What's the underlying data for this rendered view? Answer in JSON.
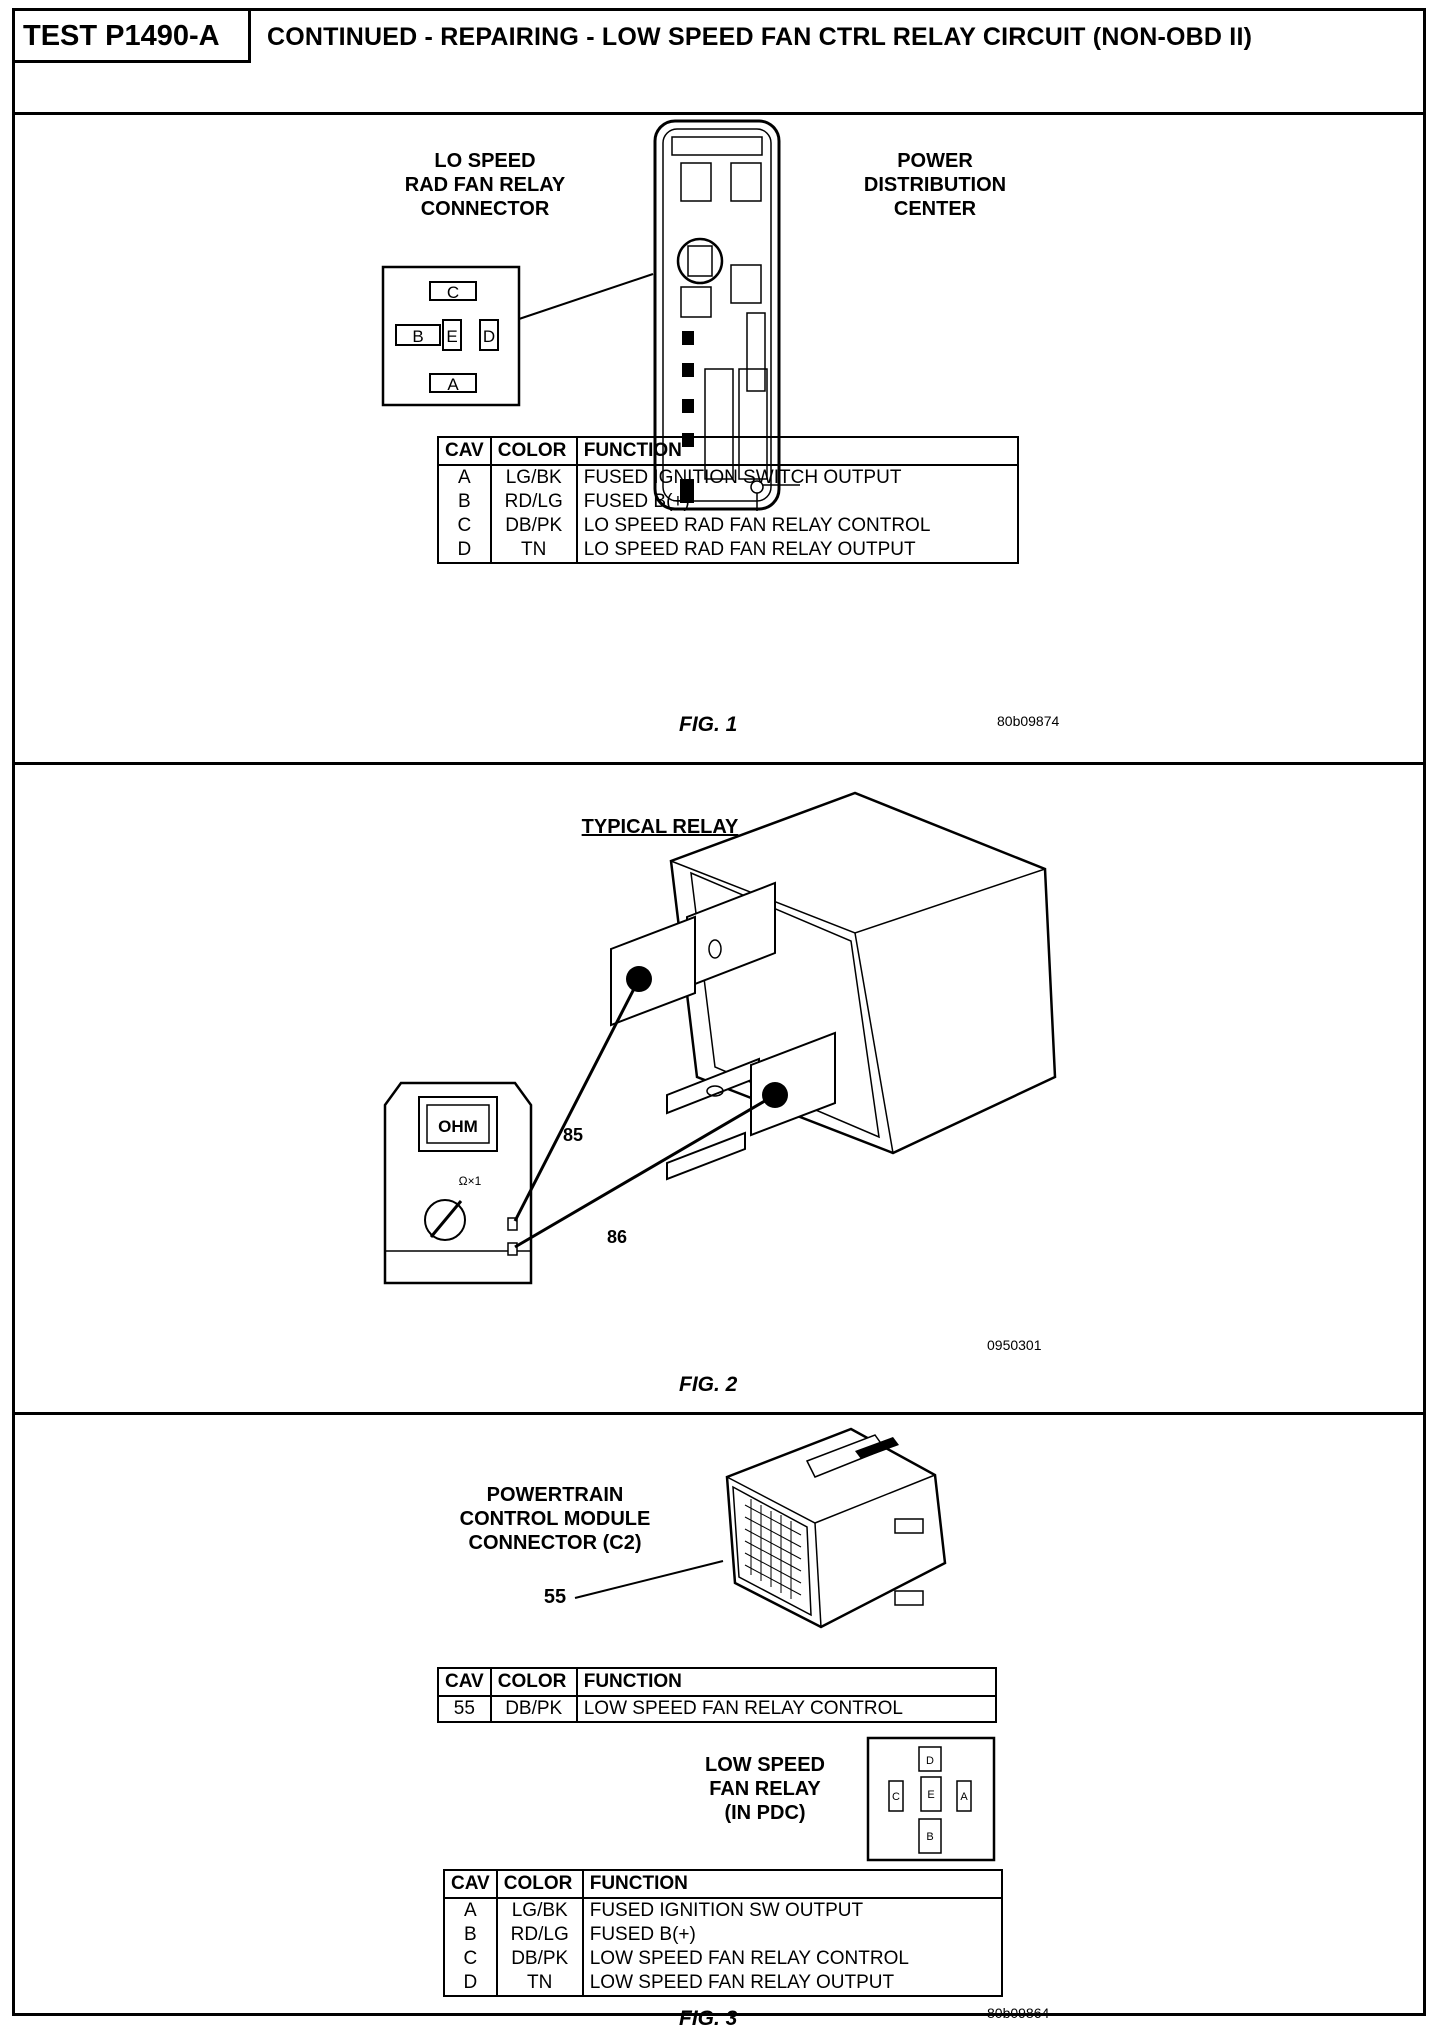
{
  "header": {
    "test_id": "TEST P1490-A",
    "title": "CONTINUED - REPAIRING - LOW SPEED FAN CTRL RELAY CIRCUIT (NON-OBD II)"
  },
  "fig1": {
    "connector_label": [
      "LO SPEED",
      "RAD FAN RELAY",
      "CONNECTOR"
    ],
    "pdc_label": [
      "POWER",
      "DISTRIBUTION",
      "CENTER"
    ],
    "pins": {
      "c": "C",
      "b": "B",
      "e": "E",
      "d": "D",
      "a": "A"
    },
    "table": {
      "headers": [
        "CAV",
        "COLOR",
        "FUNCTION"
      ],
      "rows": [
        [
          "A",
          "LG/BK",
          "FUSED IGNITION SWITCH OUTPUT"
        ],
        [
          "B",
          "RD/LG",
          "FUSED B(+)"
        ],
        [
          "C",
          "DB/PK",
          "LO SPEED RAD FAN RELAY CONTROL"
        ],
        [
          "D",
          "TN",
          "LO SPEED RAD FAN RELAY OUTPUT"
        ]
      ]
    },
    "caption": "FIG. 1",
    "code": "80b09874"
  },
  "fig2": {
    "title": "TYPICAL RELAY",
    "meter_display": "OHM",
    "meter_range": "Ω×1",
    "terminal_85": "85",
    "terminal_86": "86",
    "caption": "FIG. 2",
    "code": "0950301"
  },
  "fig3": {
    "pcm_label": [
      "POWERTRAIN",
      "CONTROL MODULE",
      "CONNECTOR (C2)"
    ],
    "pin_callout": "55",
    "table1": {
      "headers": [
        "CAV",
        "COLOR",
        "FUNCTION"
      ],
      "rows": [
        [
          "55",
          "DB/PK",
          "LOW SPEED FAN RELAY CONTROL"
        ]
      ]
    },
    "relay_label": [
      "LOW SPEED",
      "FAN RELAY",
      "(IN PDC)"
    ],
    "relay_pins": {
      "d": "D",
      "c": "C",
      "e": "E",
      "a": "A",
      "b": "B"
    },
    "table2": {
      "headers": [
        "CAV",
        "COLOR",
        "FUNCTION"
      ],
      "rows": [
        [
          "A",
          "LG/BK",
          "FUSED IGNITION SW OUTPUT"
        ],
        [
          "B",
          "RD/LG",
          "FUSED B(+)"
        ],
        [
          "C",
          "DB/PK",
          "LOW SPEED FAN RELAY CONTROL"
        ],
        [
          "D",
          "TN",
          "LOW SPEED FAN RELAY OUTPUT"
        ]
      ]
    },
    "caption": "FIG. 3",
    "code": "80b09864"
  }
}
